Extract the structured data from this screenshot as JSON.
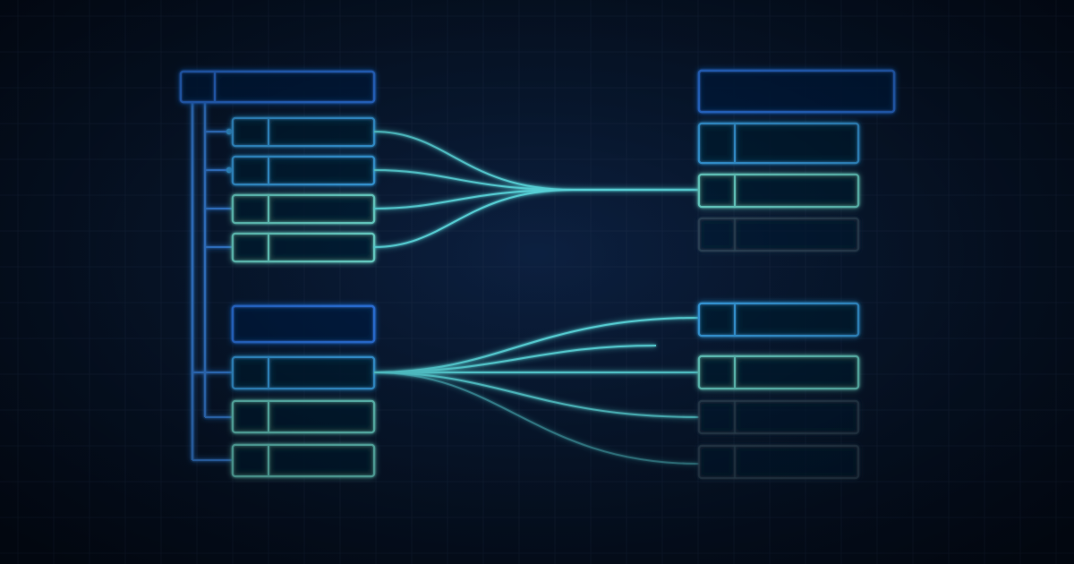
{
  "palette": {
    "background": "#07142a",
    "grid": "#1a2c4a",
    "header_blue": "#2f7cf0",
    "row_blue": "#3aa8f0",
    "row_cyan": "#6fe0d6",
    "row_faded": "#3a5468",
    "link_cyan": "#5fe3ea",
    "spine_blue": "#3a8cf0"
  },
  "diagram": {
    "description_icon": "schema-mapping-diagram",
    "left_tables": [
      {
        "rows": [
          "blue",
          "blue",
          "cyan",
          "cyan"
        ]
      },
      {
        "rows": [
          "blue",
          "cyan",
          "cyan"
        ]
      }
    ],
    "right_tables": [
      {
        "rows": [
          "blue",
          "cyan",
          "faded"
        ]
      },
      {
        "rows": [
          "blue",
          "cyan",
          "faded",
          "faded"
        ]
      }
    ]
  }
}
